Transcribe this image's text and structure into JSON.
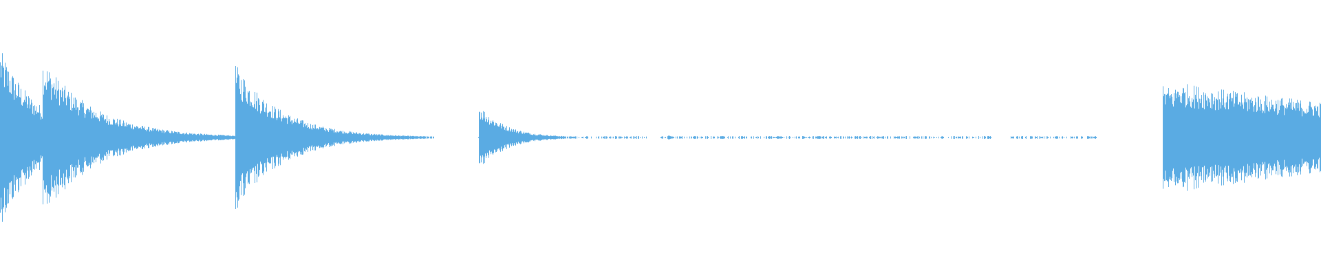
{
  "waveform": {
    "color": "#5aabe3",
    "background": "#ffffff",
    "duration_fraction_visible": 1.0,
    "events": [
      {
        "t": 0.0,
        "amp": 0.72,
        "decay": 0.03
      },
      {
        "t": 0.032,
        "amp": 0.64,
        "decay": 0.04
      },
      {
        "t": 0.06,
        "amp": 0.08,
        "decay": 0.04
      },
      {
        "t": 0.085,
        "amp": 0.05,
        "decay": 0.04
      },
      {
        "t": 0.178,
        "amp": 0.6,
        "decay": 0.035
      },
      {
        "t": 0.225,
        "amp": 0.06,
        "decay": 0.03
      },
      {
        "t": 0.292,
        "amp": 0.02,
        "decay": 0.005
      },
      {
        "t": 0.362,
        "amp": 0.28,
        "decay": 0.02
      },
      {
        "t": 0.408,
        "amp": 0.03,
        "decay": 0.01
      },
      {
        "t": 0.505,
        "amp": 0.02,
        "decay": 0.005
      },
      {
        "t": 0.88,
        "amp": 0.42,
        "decay": 0.25
      },
      {
        "t": 0.89,
        "amp": 0.45,
        "decay": 0.25
      }
    ],
    "noise_floor_segments": [
      {
        "start": 0.0,
        "end": 0.14
      },
      {
        "start": 0.175,
        "end": 0.26
      },
      {
        "start": 0.27,
        "end": 0.32
      },
      {
        "start": 0.36,
        "end": 0.49
      },
      {
        "start": 0.5,
        "end": 0.75
      },
      {
        "start": 0.765,
        "end": 0.83
      },
      {
        "start": 0.88,
        "end": 1.0
      }
    ]
  }
}
